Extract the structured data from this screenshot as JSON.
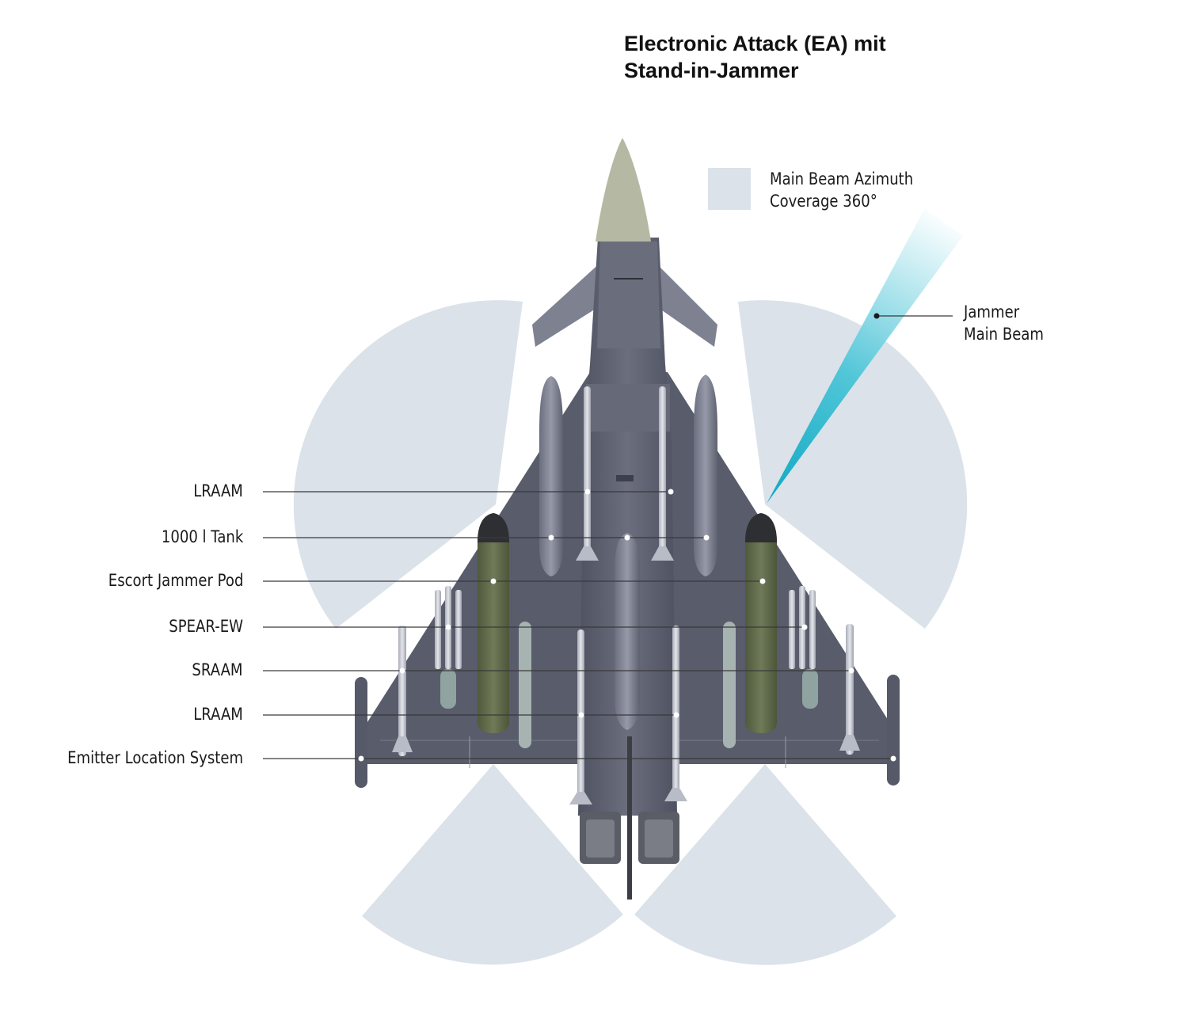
{
  "title": {
    "line1": "Electronic Attack (EA) mit",
    "line2": "Stand-in-Jammer"
  },
  "legend": {
    "line1": "Main Beam Azimuth",
    "line2": "Coverage 360°",
    "swatch_color": "#dbe2e9"
  },
  "beam_label": {
    "line1": "Jammer",
    "line2": "Main Beam"
  },
  "callouts": [
    {
      "label": "LRAAM"
    },
    {
      "label": "1000 l Tank"
    },
    {
      "label": "Escort Jammer Pod"
    },
    {
      "label": "SPEAR-EW"
    },
    {
      "label": "SRAAM"
    },
    {
      "label": "LRAAM"
    },
    {
      "label": "Emitter Location System"
    }
  ],
  "colors": {
    "coverage": "#dbe2e9",
    "beam": "#1ab2c8",
    "airframe": "#5c6070",
    "airframe_dark": "#474a58",
    "radome": "#b5b9a3",
    "jammer_pod": "#5f6a4b",
    "leader_line": "#3a3a3a"
  }
}
